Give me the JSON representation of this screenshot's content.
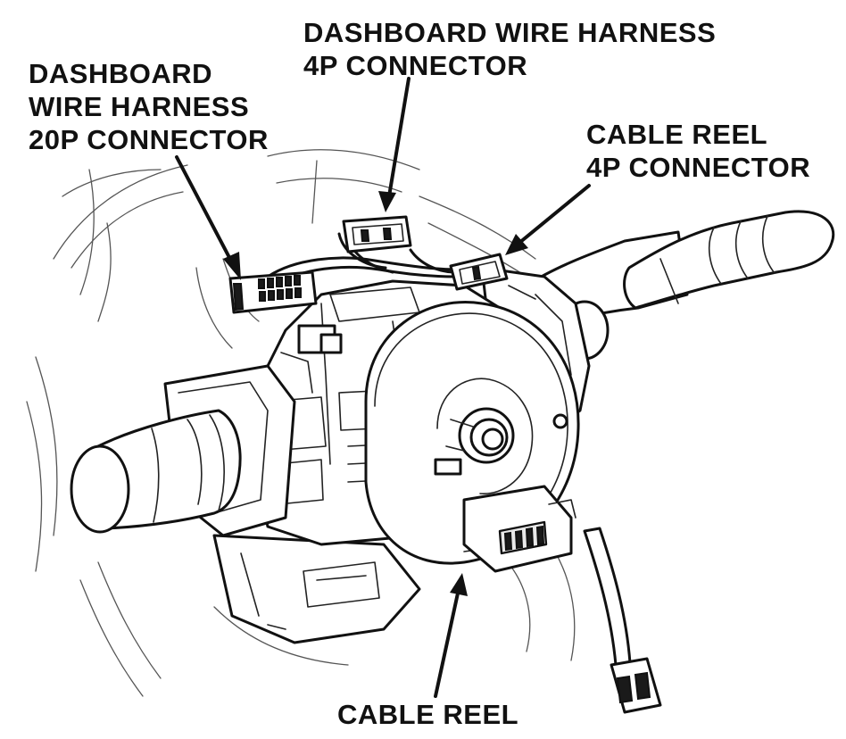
{
  "labels": {
    "dash_20p": [
      "DASHBOARD",
      "WIRE HARNESS",
      "20P CONNECTOR"
    ],
    "dash_4p": [
      "DASHBOARD WIRE HARNESS",
      "4P CONNECTOR"
    ],
    "cable_reel_4p": [
      "CABLE REEL",
      "4P CONNECTOR"
    ],
    "cable_reel": [
      "CABLE REEL"
    ]
  },
  "colors": {
    "line": "#111111",
    "background": "#ffffff"
  }
}
